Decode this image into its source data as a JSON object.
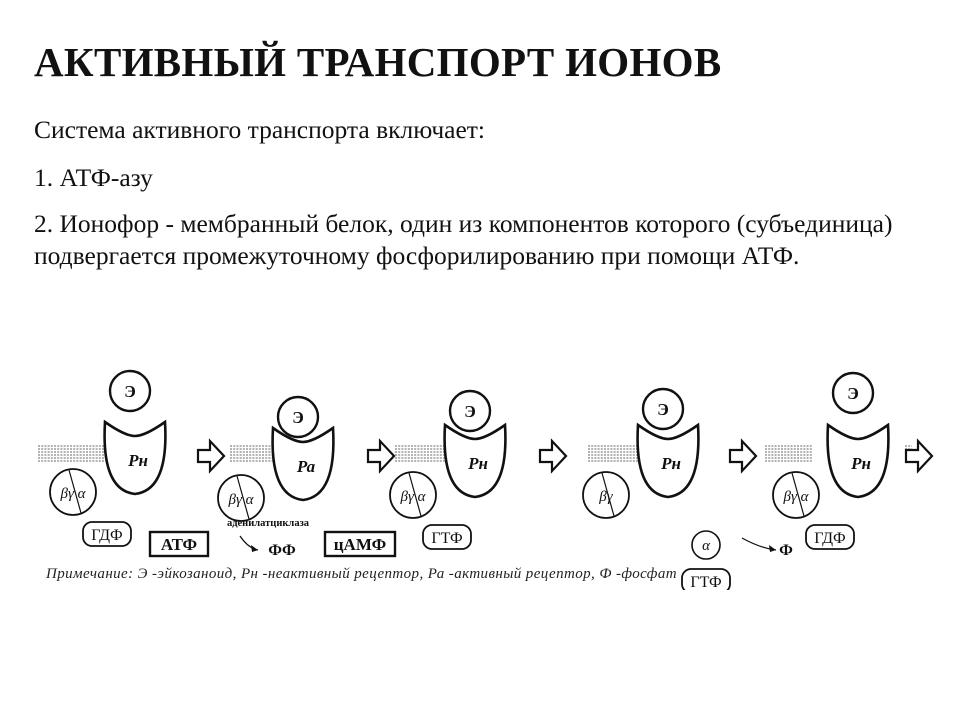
{
  "slide": {
    "title": "АКТИВНЫЙ ТРАНСПОРТ ИОНОВ",
    "intro": "Система активного транспорта включает:",
    "item1": "1. АТФ-азу",
    "item2": "2. Ионофор - мембранный белок, один из компонентов которого (субъединица) подвергается промежуточному фосфорилированию при помощи АТФ."
  },
  "diagram": {
    "ligand_label": "Э",
    "stages": [
      {
        "receptor": "Рн",
        "subunit_label": "βγ α",
        "bound": false,
        "nucleotide": "ГДФ",
        "split": false
      },
      {
        "receptor": "Ра",
        "subunit_label": "βγ α",
        "bound": true,
        "nucleotide": "",
        "split": false
      },
      {
        "receptor": "Рн",
        "subunit_label": "βγ α",
        "bound": true,
        "nucleotide": "ГТФ",
        "split": false
      },
      {
        "receptor": "Рн",
        "subunit_label": "βγ",
        "bound": true,
        "nucleotide": "ГТФ",
        "split": true,
        "alpha_label": "α"
      },
      {
        "receptor": "Рн",
        "subunit_label": "βγ α",
        "bound": false,
        "nucleotide": "ГДФ",
        "split": false
      }
    ],
    "atp_box": "АТФ",
    "enzyme_label": "аденилатциклаза",
    "ff_label": "ФФ",
    "camp_box": "цАМФ",
    "phosphate_label": "Ф",
    "footnote": "Примечание:  Э -эйкозаноид, Рн -неактивный рецептор, Ра -активный рецептор, Ф -фосфат"
  }
}
